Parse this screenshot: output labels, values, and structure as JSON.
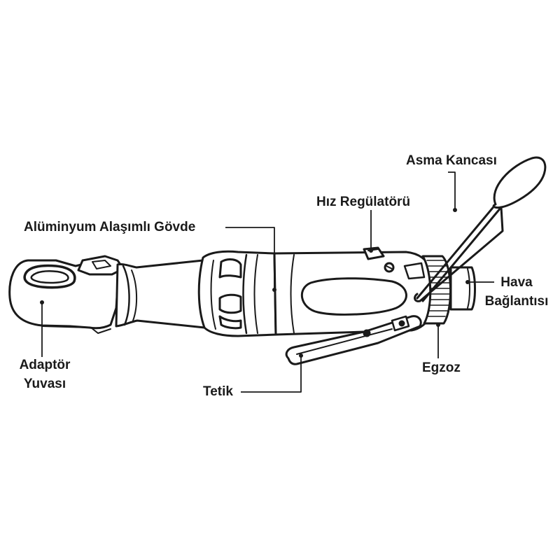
{
  "labels": {
    "asma_kancasi": "Asma Kancası",
    "hiz_regulatoru": "Hız Regülatörü",
    "govde": "Alüminyum Alaşımlı Gövde",
    "hava_line1": "Hava",
    "hava_line2": "Bağlantısı",
    "adaptor_line1": "Adaptör",
    "adaptor_line2": "Yuvası",
    "egzoz": "Egzoz",
    "tetik": "Tetik"
  },
  "colors": {
    "line": "#1a1a1a",
    "body_fill": "#ffffff",
    "shade": "#c8c8c8"
  }
}
